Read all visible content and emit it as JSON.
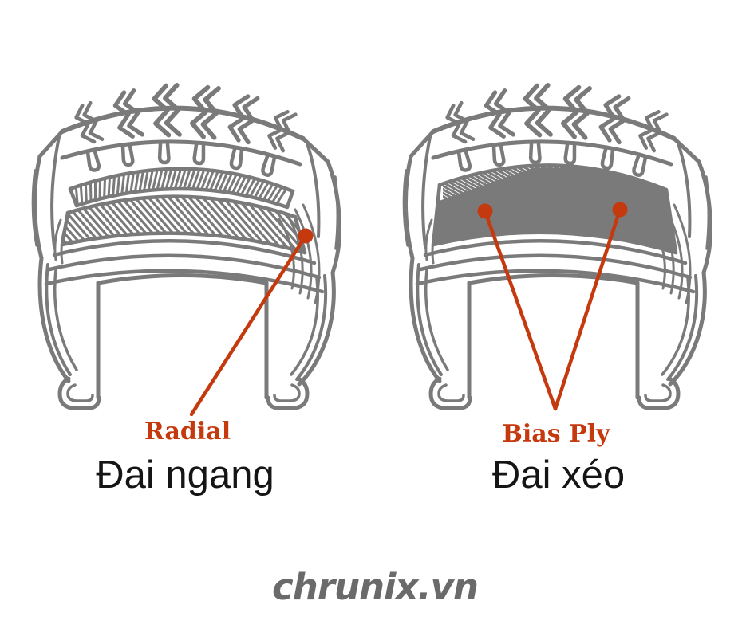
{
  "tires": {
    "radial": {
      "callout": "Radial",
      "caption": "Đai ngang"
    },
    "bias": {
      "callout": "Bias Ply",
      "caption": "Đai xéo"
    }
  },
  "watermark": "chrunix.vn",
  "colors": {
    "background": "#ffffff",
    "line_art": "#7a7a7a",
    "accent": "#c5390e",
    "caption_text": "#151515",
    "watermark_text": "#6a6a6a"
  }
}
